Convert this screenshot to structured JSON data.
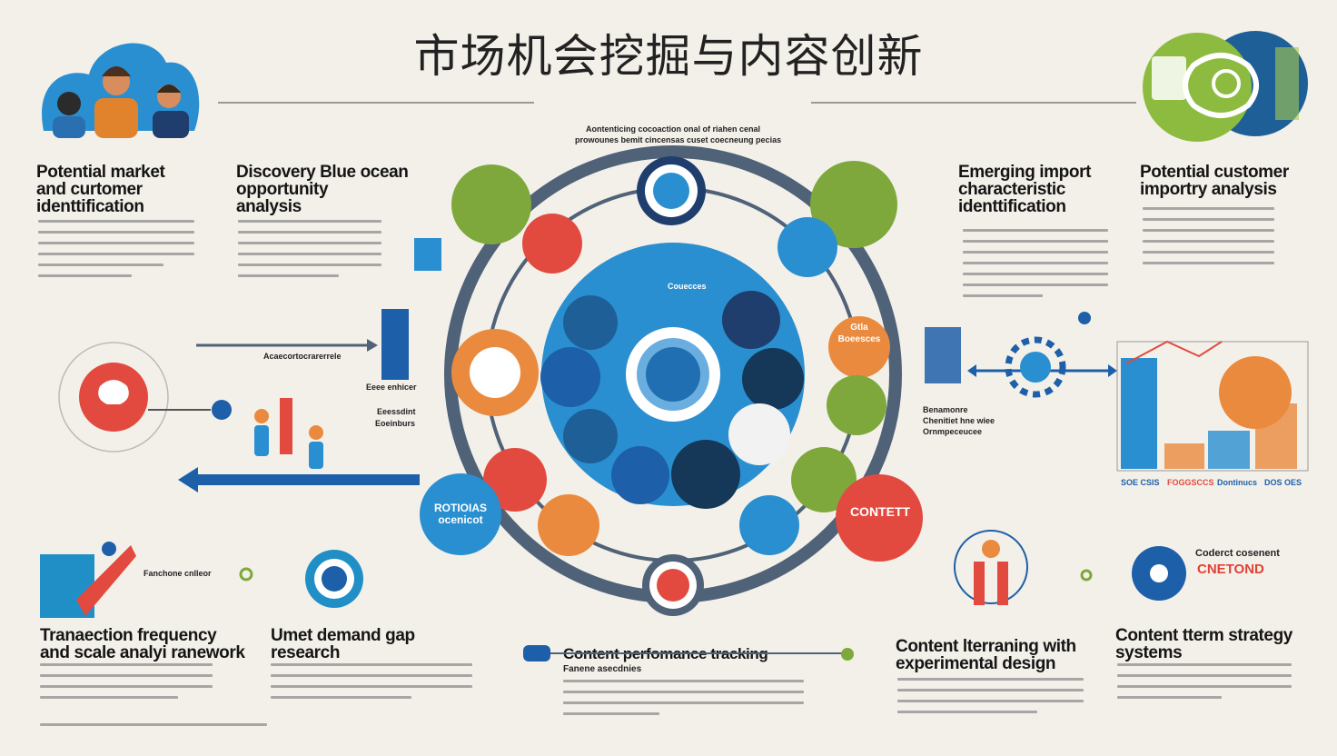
{
  "header": {
    "title": "市场机会挖掘与内容创新"
  },
  "center": {
    "caption_lines": [
      "Aontenticing cocoaction onal of riahen cenal",
      "prowounes bemit cincensas cuset coecneung pecias"
    ],
    "core_label": "Couecces",
    "left_node_label": "ROTIOIAS ocenicot",
    "right_node_label": "CONTETT",
    "right_upper_node_label": "Gtla Boeesces"
  },
  "sections": {
    "potential_market": {
      "title_lines": [
        "Potential market",
        "and curtomer",
        "identtification"
      ]
    },
    "blue_ocean": {
      "title_lines": [
        "Discovery Blue ocean",
        "opportunity",
        "analysis"
      ]
    },
    "emerging": {
      "title_lines": [
        "Emerging import",
        "characteristic",
        "identtification"
      ]
    },
    "potential_customer": {
      "title_lines": [
        "Potential customer",
        "importry analysis"
      ]
    },
    "transaction": {
      "title_lines": [
        "Tranaection frequency",
        "and scale analyi ranework"
      ]
    },
    "unmet_demand": {
      "title_lines": [
        "Umet demand gap",
        "research"
      ]
    },
    "content_performance": {
      "title": "Content perfomance tracking",
      "subtitle": "Fanene asecdnies"
    },
    "content_iteration": {
      "title_lines": [
        "Content lterraning with",
        "experimental design"
      ]
    },
    "content_strategy": {
      "title_lines": [
        "Content tterm strategy",
        "systems"
      ]
    }
  },
  "labels": {
    "flow_left": "Acaecortocrarerrele",
    "tech_a": "Eeee enhicer",
    "tech_b": "Eeessdint",
    "tech_c": "Eoeinburs",
    "right_mid_a": "Benamonre",
    "right_mid_b": "Chenitiet hne wiee",
    "right_mid_c": "Ornmpeceucee",
    "handshake_label": "Fanchone cnlleor",
    "brand_small": "Coderct cosenent",
    "brand_big": "CNETOND",
    "bar_axis": [
      "SOE CSIS",
      "FOGGSCCS",
      "Dontinucs",
      "DOS OES"
    ]
  },
  "colors": {
    "blue": "#2a8fd0",
    "dark_blue": "#1d5fa8",
    "navy": "#1f3d6d",
    "green": "#7ea83b",
    "orange": "#ea8a3e",
    "red": "#e24a3f",
    "slate": "#4f6277"
  }
}
